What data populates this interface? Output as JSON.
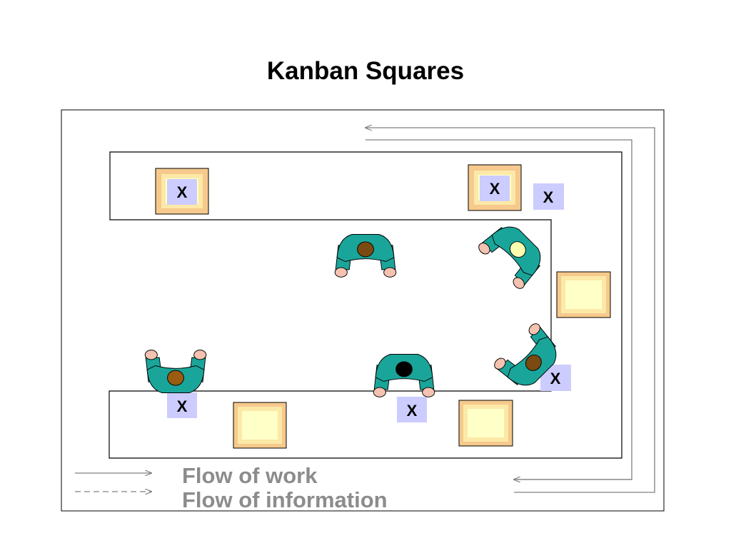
{
  "title": "Kanban Squares",
  "kanban_marker": "X",
  "legend": {
    "work_label": "Flow of work",
    "information_label": "Flow of information"
  },
  "colors": {
    "square_outer": "#f6c98c",
    "square_mid": "#fce9a8",
    "square_inner": "#ffffc8",
    "x_box": "#ccccff",
    "worker_body": "#1aa59a",
    "worker_hands": "#f4c2b0",
    "flow_line": "#808080"
  },
  "workers": [
    {
      "label": "worker-top-middle",
      "head": "#7a4a10"
    },
    {
      "label": "worker-top-right",
      "head": "#ffffb0"
    },
    {
      "label": "worker-bottom-left",
      "head": "#9a5c10"
    },
    {
      "label": "worker-bottom-middle",
      "head": "#000000"
    },
    {
      "label": "worker-bottom-right",
      "head": "#7a4a10"
    }
  ]
}
